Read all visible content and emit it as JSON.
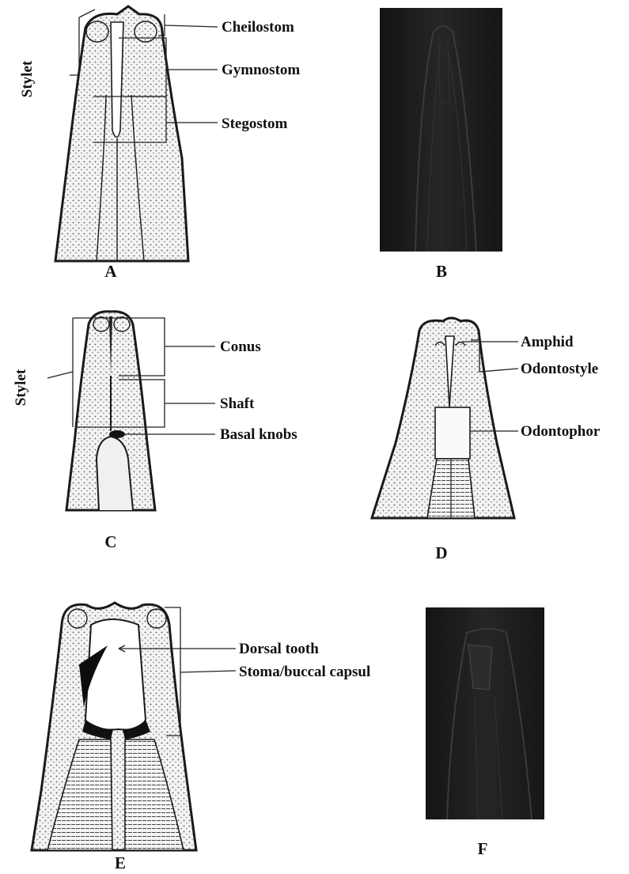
{
  "figures": {
    "A": {
      "panel_letter": "A",
      "labels": {
        "stylet": "Stylet",
        "cheilostom": "Cheilostom",
        "gymnostom": "Gymnostom",
        "stegostom": "Stegostom"
      }
    },
    "B": {
      "panel_letter": "B"
    },
    "C": {
      "panel_letter": "C",
      "labels": {
        "stylet": "Stylet",
        "conus": "Conus",
        "shaft": "Shaft",
        "basal_knobs": "Basal knobs"
      }
    },
    "D": {
      "panel_letter": "D",
      "labels": {
        "amphid": "Amphid",
        "odontostyle": "Odontostyle",
        "odontophor": "Odontophor"
      }
    },
    "E": {
      "panel_letter": "E",
      "labels": {
        "dorsal_tooth": "Dorsal tooth",
        "stoma": "Stoma/buccal capsul"
      }
    },
    "F": {
      "panel_letter": "F"
    }
  },
  "colors": {
    "ink": "#1a1a1a",
    "body_fill": "#ececec",
    "micrograph": "#1c1c1c"
  }
}
